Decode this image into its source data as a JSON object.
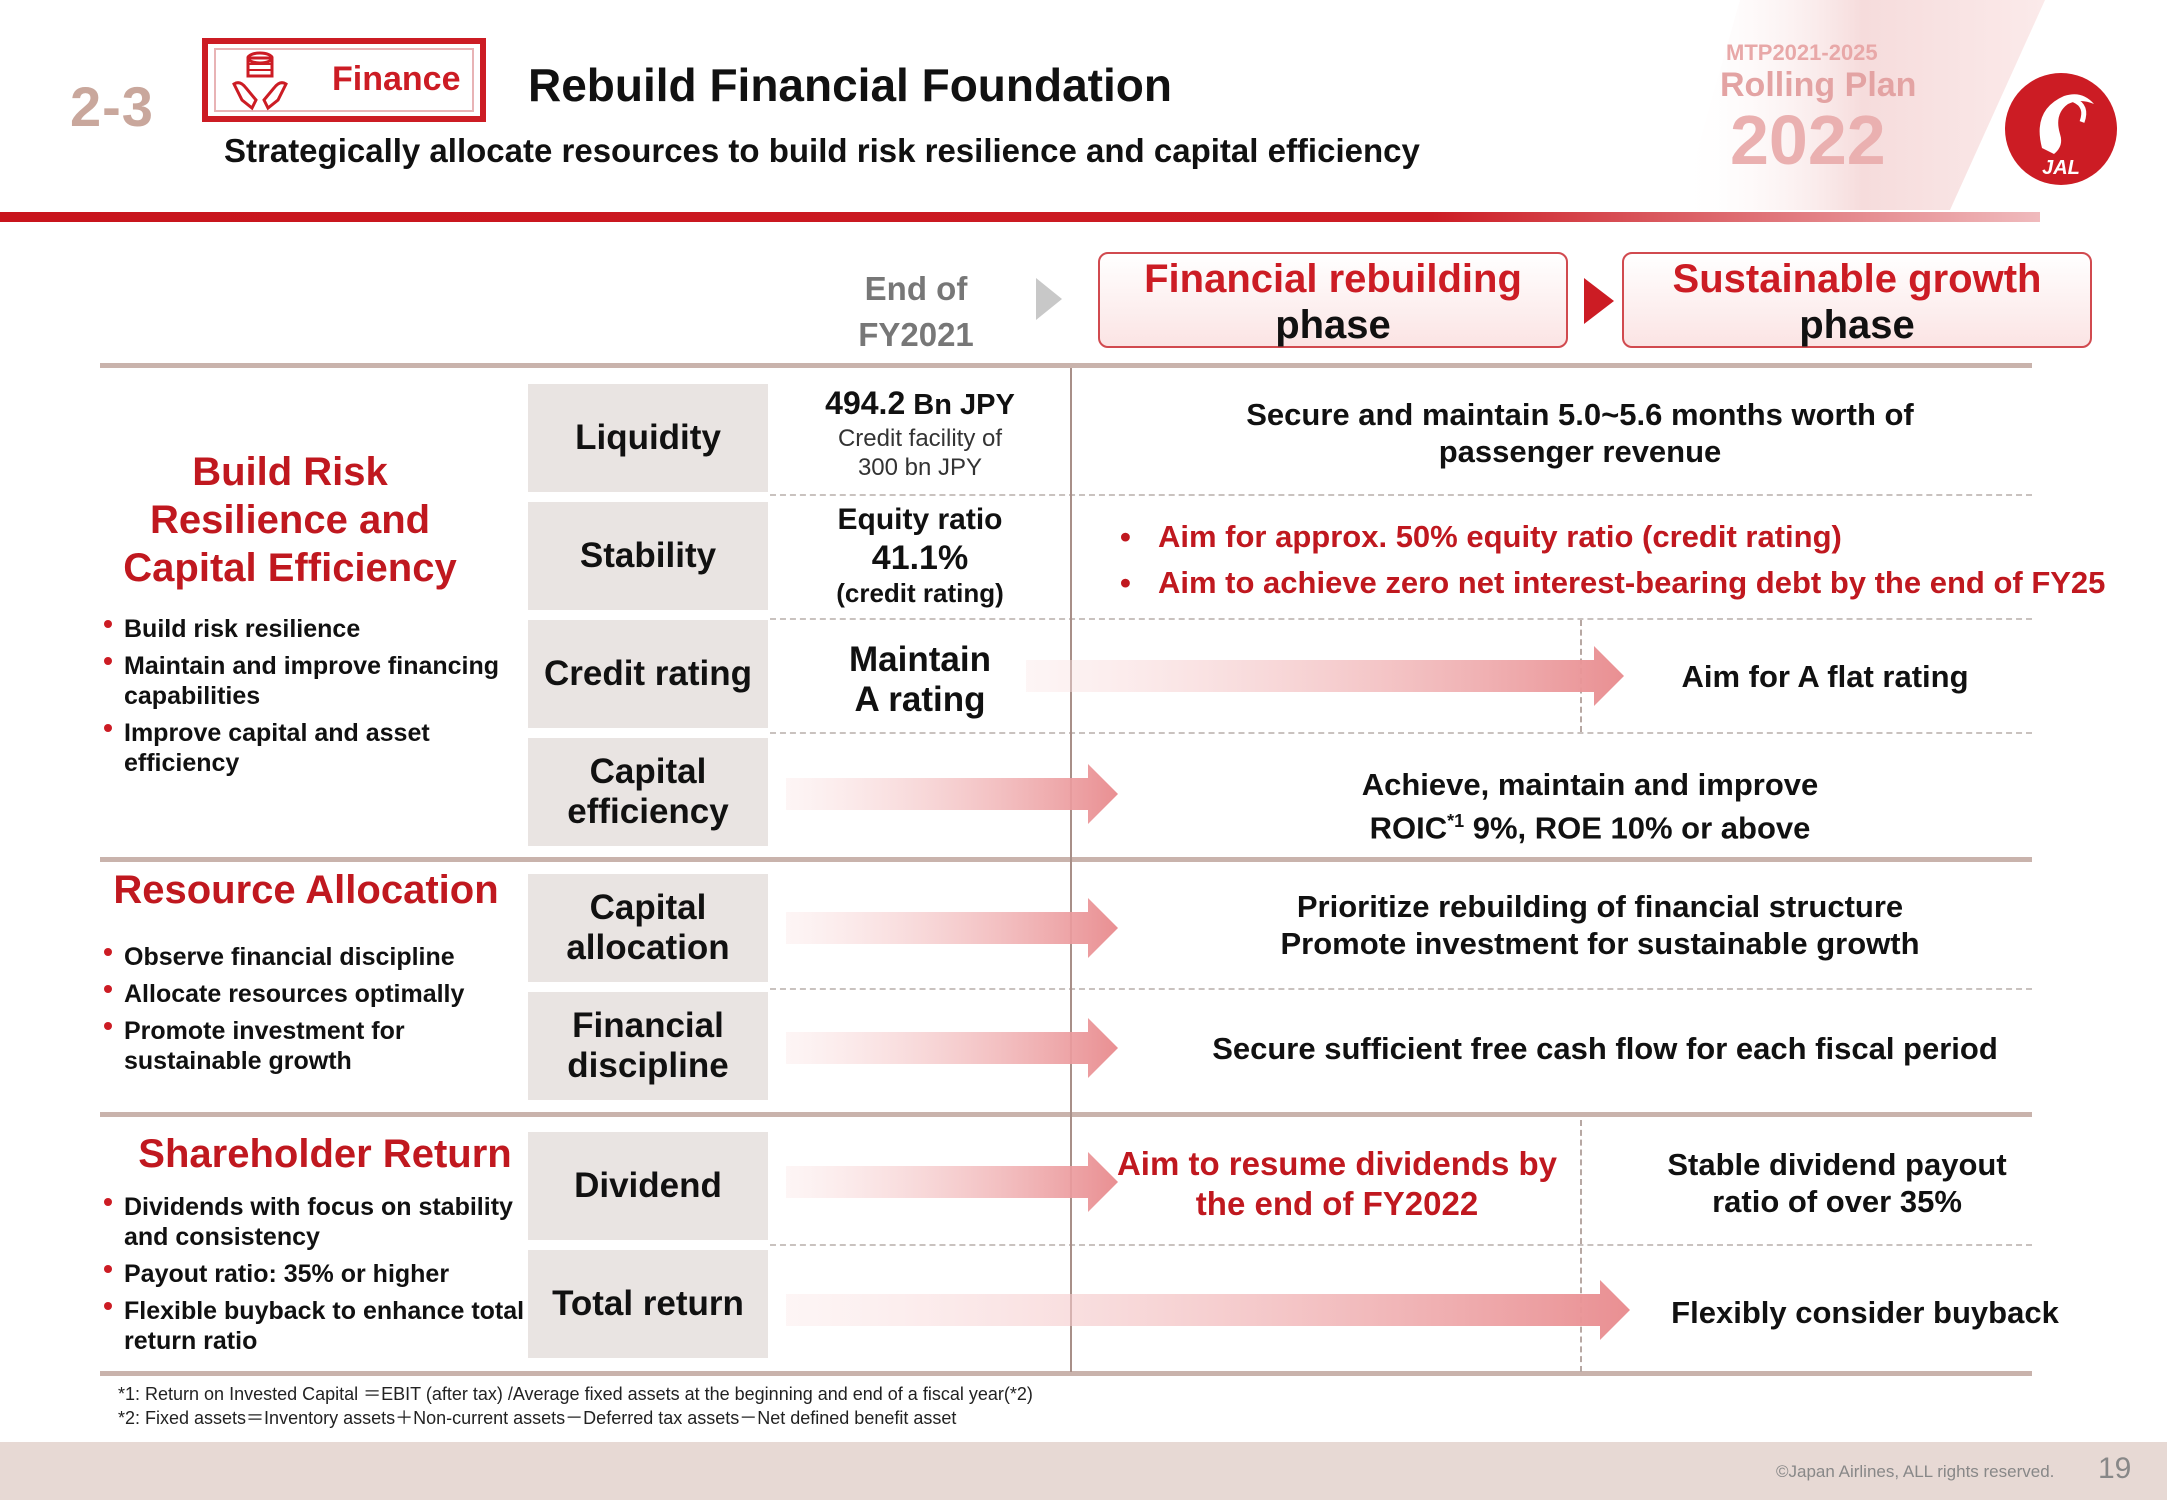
{
  "header": {
    "slide_number": "2-3",
    "badge_label": "Finance",
    "title": "Rebuild Financial Foundation",
    "subtitle": "Strategically allocate resources to build risk resilience and capital efficiency",
    "mtp_label": "MTP2021-2025",
    "rolling_plan": "Rolling Plan",
    "year": "2022",
    "logo_text": "JAL"
  },
  "phases": {
    "end_of_line1": "End of",
    "end_of_line2": "FY2021",
    "phase1_line1": "Financial rebuilding",
    "phase1_line2": "phase",
    "phase2_line1": "Sustainable growth",
    "phase2_line2": "phase"
  },
  "sections": {
    "risk": {
      "title_line1": "Build Risk",
      "title_line2": "Resilience and",
      "title_line3": "Capital Efficiency",
      "bullets": [
        "Build risk resilience",
        "Maintain and improve financing capabilities",
        "Improve capital and asset efficiency"
      ]
    },
    "resource": {
      "title": "Resource Allocation",
      "bullets": [
        "Observe financial discipline",
        "Allocate resources optimally",
        "Promote investment for sustainable growth"
      ]
    },
    "shareholder": {
      "title": "Shareholder Return",
      "bullets": [
        "Dividends with focus on stability and consistency",
        "Payout ratio: 35% or higher",
        "Flexible buyback to enhance total return ratio"
      ]
    }
  },
  "rows": {
    "liquidity": {
      "label": "Liquidity",
      "value_main": "494.2",
      "value_unit": " Bn JPY",
      "value_sub1": "Credit facility of",
      "value_sub2": "300 bn JPY",
      "target_line1": "Secure and maintain 5.0~5.6 months worth of",
      "target_line2": "passenger revenue"
    },
    "stability": {
      "label": "Stability",
      "value_line1": "Equity ratio",
      "value_line2": "41.1%",
      "value_line3": "(credit rating)",
      "target_bullet1": "Aim for approx. 50% equity ratio (credit rating)",
      "target_bullet2": "Aim to achieve zero net interest-bearing debt by the end of FY25"
    },
    "credit": {
      "label": "Credit rating",
      "value_line1": "Maintain",
      "value_line2": "A rating",
      "target": "Aim for A flat rating"
    },
    "capital_eff": {
      "label_line1": "Capital",
      "label_line2": "efficiency",
      "target_line1": "Achieve, maintain and improve",
      "target_line2_a": "ROIC",
      "target_line2_sup": "*1",
      "target_line2_b": " 9%, ROE 10% or above"
    },
    "capital_alloc": {
      "label_line1": "Capital",
      "label_line2": "allocation",
      "target_line1": "Prioritize rebuilding of financial structure",
      "target_line2": "Promote investment for sustainable growth"
    },
    "fin_discipline": {
      "label_line1": "Financial",
      "label_line2": "discipline",
      "target": "Secure sufficient free cash flow for each fiscal period"
    },
    "dividend": {
      "label": "Dividend",
      "target1_line1": "Aim to resume dividends by",
      "target1_line2": "the end of FY2022",
      "target2_line1": "Stable dividend payout",
      "target2_line2": "ratio of over 35%"
    },
    "total_return": {
      "label": "Total return",
      "target": "Flexibly consider buyback"
    }
  },
  "footnotes": {
    "note1": "*1: Return on Invested Capital ＝EBIT (after tax) /Average fixed assets at the beginning and end of a fiscal year(*2)",
    "note2": "*2: Fixed assets＝Inventory assets＋Non-current assets－Deferred tax assets－Net defined benefit asset"
  },
  "footer": {
    "copyright": "©Japan Airlines, ALL rights reserved.",
    "page": "19"
  },
  "colors": {
    "brand_red": "#cc1c24",
    "muted_label": "#c9a79c",
    "cell_gray": "#e9e4e2"
  }
}
